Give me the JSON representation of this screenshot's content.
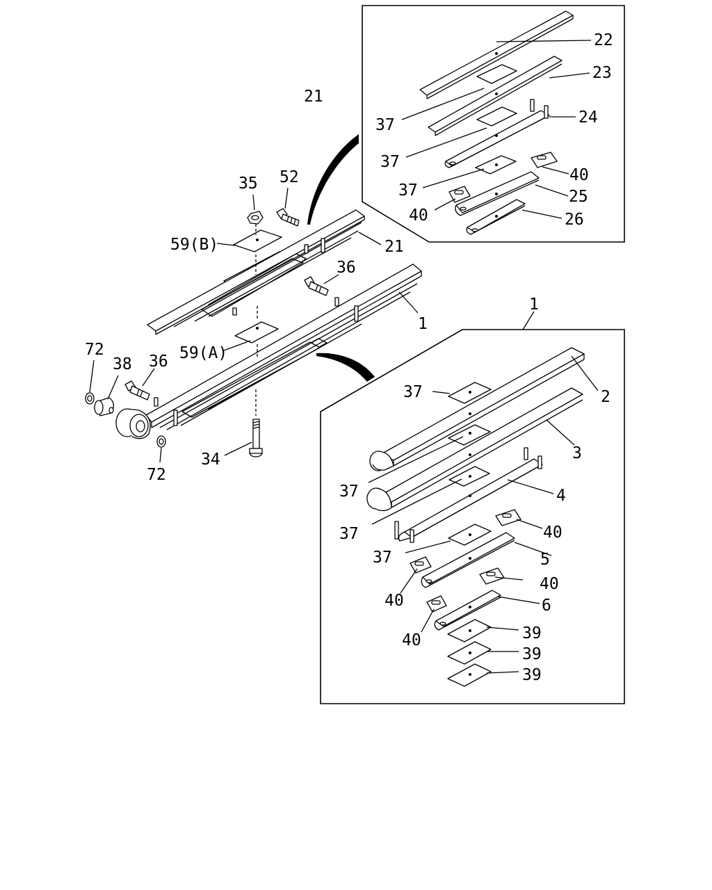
{
  "callouts": {
    "c22": "22",
    "c23": "23",
    "c24": "24",
    "c25": "25",
    "c26": "26",
    "c21_box": "21",
    "c21_main": "21",
    "c37_a": "37",
    "c37_b": "37",
    "c37_c": "37",
    "c40_a": "40",
    "c40_b": "40",
    "c35": "35",
    "c52": "52",
    "c59b": "59(B)",
    "c36_a": "36",
    "c1_main": "1",
    "c59a": "59(A)",
    "c72_a": "72",
    "c38": "38",
    "c36_b": "36",
    "c34": "34",
    "c72_b": "72",
    "c1_box": "1",
    "c2": "2",
    "c3": "3",
    "c4": "4",
    "c5": "5",
    "c6": "6",
    "c37_d": "37",
    "c37_e": "37",
    "c37_f": "37",
    "c37_g": "37",
    "c40_c": "40",
    "c40_d": "40",
    "c40_e": "40",
    "c40_f": "40",
    "c39_a": "39",
    "c39_b": "39",
    "c39_c": "39"
  }
}
